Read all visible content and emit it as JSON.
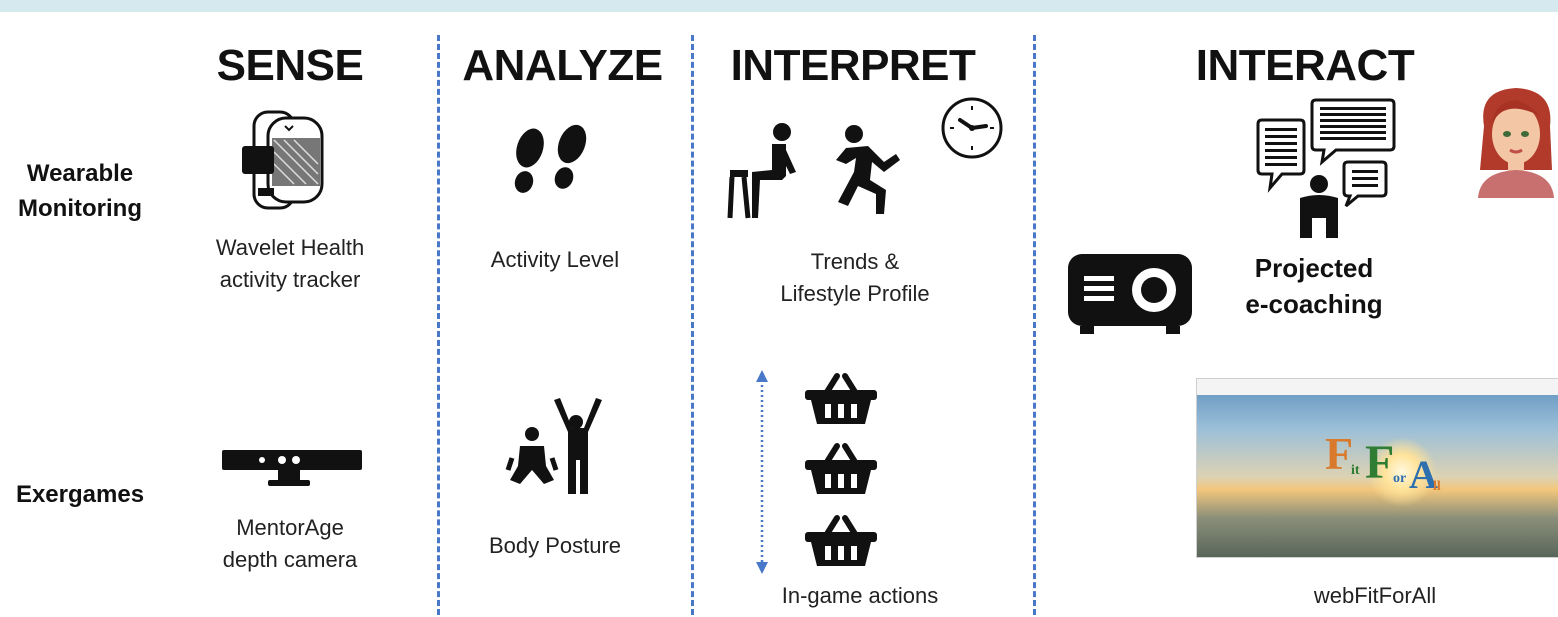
{
  "columns": {
    "sense": "SENSE",
    "analyze": "ANALYZE",
    "interpret": "INTERPRET",
    "interact": "INTERACT"
  },
  "rows": {
    "wearable_line1": "Wearable",
    "wearable_line2": "Monitoring",
    "exergames": "Exergames"
  },
  "captions": {
    "tracker_line1": "Wavelet Health",
    "tracker_line2": "activity tracker",
    "activity_level": "Activity Level",
    "trends_line1": "Trends &",
    "trends_line2": "Lifestyle Profile",
    "projected_line1": "Projected",
    "projected_line2": "e-coaching",
    "camera_line1": "MentorAge",
    "camera_line2": "depth camera",
    "body_posture": "Body Posture",
    "ingame_actions": "In-game actions",
    "webfitforall": "webFitForAll"
  },
  "icons": [
    "activity-tracker-icon",
    "footprints-icon",
    "sitting-person-icon",
    "running-person-icon",
    "clock-icon",
    "speech-bubbles-icon",
    "person-icon",
    "avatar-woman-icon",
    "projector-icon",
    "depth-camera-icon",
    "body-posture-icon",
    "vertical-arrow-icon",
    "basket-icon"
  ],
  "colors": {
    "divider": "#4a78c9",
    "topbar": "#d6e9ee"
  }
}
